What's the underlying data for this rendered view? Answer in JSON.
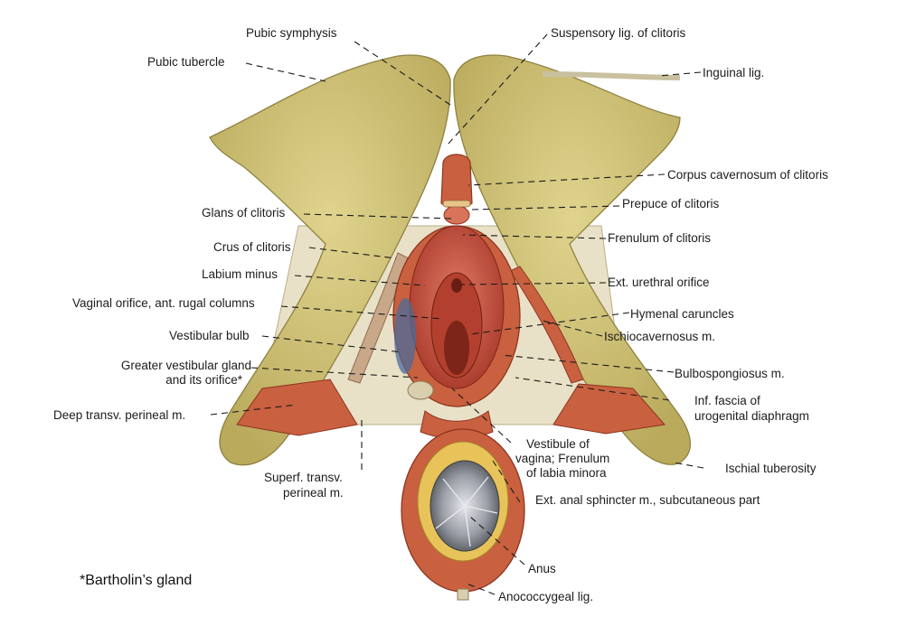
{
  "labels": {
    "pubic_symphysis": "Pubic symphysis",
    "pubic_tubercle": "Pubic tubercle",
    "suspensory_lig": "Suspensory lig. of clitoris",
    "inguinal_lig": "Inguinal lig.",
    "corpus_cavernosum": "Corpus cavernosum of clitoris",
    "prepuce": "Prepuce of clitoris",
    "glans": "Glans of clitoris",
    "frenulum_clitoris": "Frenulum of clitoris",
    "crus": "Crus of clitoris",
    "labium_minus": "Labium minus",
    "ext_urethral": "Ext. urethral orifice",
    "vaginal_orifice": "Vaginal orifice, ant. rugal columns",
    "hymenal": "Hymenal caruncles",
    "vestibular_bulb": "Vestibular bulb",
    "ischiocavernosus": "Ischiocavernosus m.",
    "greater_vestibular_1": "Greater vestibular gland",
    "greater_vestibular_2": "and its orifice*",
    "bulbospongiosus": "Bulbospongiosus m.",
    "inf_fascia_1": "Inf. fascia of",
    "inf_fascia_2": "urogenital diaphragm",
    "deep_transv": "Deep transv. perineal m.",
    "vestibule_1": "Vestibule of",
    "vestibule_2": "vagina; Frenulum",
    "vestibule_3": "of labia minora",
    "ischial_tuberosity": "Ischial tuberosity",
    "superf_transv_1": "Superf. transv.",
    "superf_transv_2": "perineal m.",
    "ext_anal": "Ext. anal sphincter m., subcutaneous part",
    "anus": "Anus",
    "anococcygeal": "Anococcygeal lig."
  },
  "footnote": "*Bartholin’s gland",
  "colors": {
    "bone": "#d2c47a",
    "bone_dark": "#a89a4c",
    "membrane": "#e9e1c7",
    "muscle": "#c9603f",
    "muscle_dark": "#9e3a24",
    "mucosa": "#c84c3a",
    "fat": "#e7c35a",
    "anal_canal": "#8c8f95",
    "leader": "#1a1a1a"
  }
}
